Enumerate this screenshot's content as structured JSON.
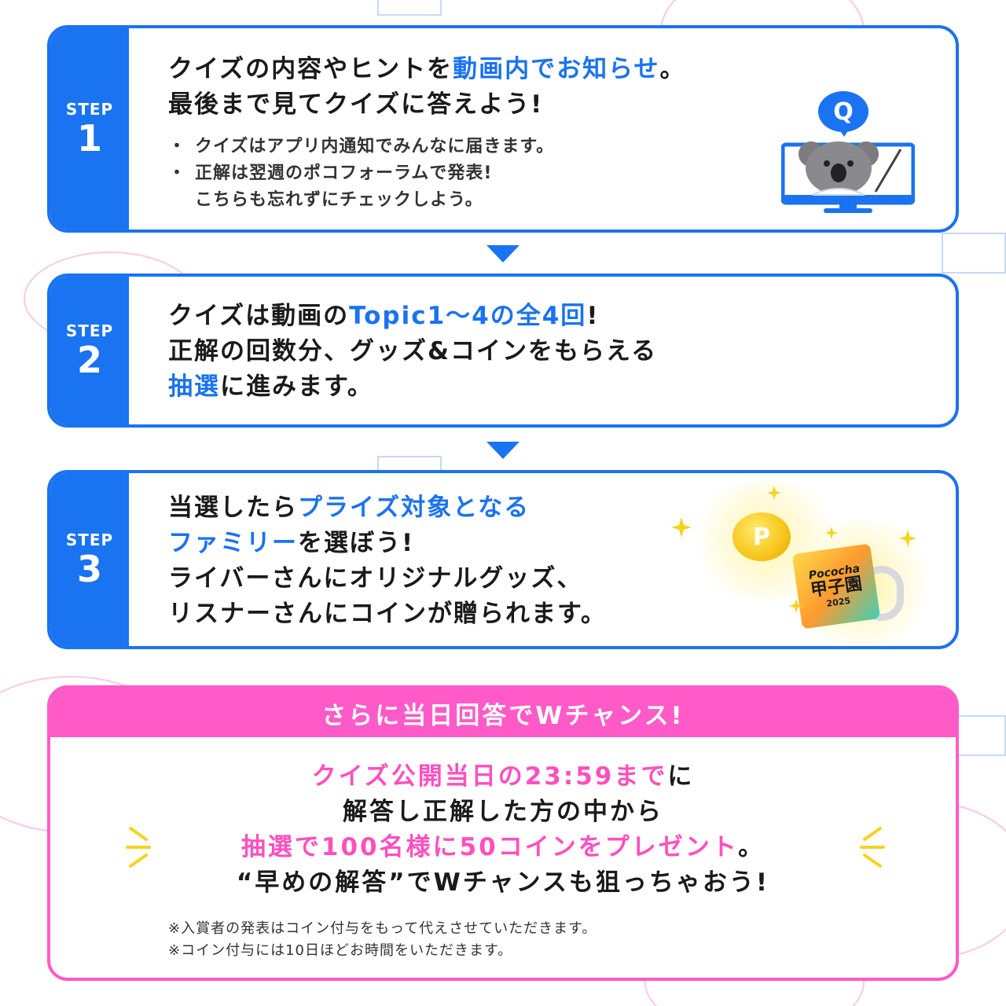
{
  "steps": [
    {
      "step_word": "STEP",
      "number": "1",
      "lead_lines": [
        [
          {
            "t": "クイズの内容やヒントを",
            "c": ""
          },
          {
            "t": "動画内でお知らせ",
            "c": "blue"
          },
          {
            "t": "。",
            "c": ""
          }
        ],
        [
          {
            "t": "最後まで見てクイズに答えよう!",
            "c": ""
          }
        ]
      ],
      "bullets": [
        [
          "クイズはアプリ内通知でみんなに届きます。"
        ],
        [
          "正解は翌週のポコフォーラムで発表!",
          "こちらも忘れずにチェックしよう。"
        ]
      ],
      "icon_letter": "Q"
    },
    {
      "step_word": "STEP",
      "number": "2",
      "lead_lines": [
        [
          {
            "t": "クイズは動画の",
            "c": ""
          },
          {
            "t": "Topic1〜4の全4回",
            "c": "blue"
          },
          {
            "t": "!",
            "c": ""
          }
        ],
        [
          {
            "t": "正解の回数分、グッズ&コインをもらえる",
            "c": ""
          }
        ],
        [
          {
            "t": "抽選",
            "c": "blue"
          },
          {
            "t": "に進みます。",
            "c": ""
          }
        ]
      ]
    },
    {
      "step_word": "STEP",
      "number": "3",
      "lead_lines": [
        [
          {
            "t": "当選したら",
            "c": ""
          },
          {
            "t": "プライズ対象となる",
            "c": "blue"
          }
        ],
        [
          {
            "t": "ファミリー",
            "c": "blue"
          },
          {
            "t": "を選ぼう!",
            "c": ""
          }
        ],
        [
          {
            "t": "ライバーさんにオリジナルグッズ、",
            "c": ""
          }
        ],
        [
          {
            "t": "リスナーさんにコインが贈られます。",
            "c": ""
          }
        ]
      ],
      "goods_brand": "Pococha",
      "goods_title": "甲子園",
      "goods_year": "2025",
      "coin_letter": "P"
    }
  ],
  "chance": {
    "header": "さらに当日回答でWチャンス!",
    "lines": [
      [
        {
          "t": "クイズ公開当日の23:59まで",
          "c": "pink"
        },
        {
          "t": "に",
          "c": ""
        }
      ],
      [
        {
          "t": "解答し正解した方の中から",
          "c": ""
        }
      ],
      [
        {
          "t": "抽選で100名様に50コインをプレゼント",
          "c": "pink"
        },
        {
          "t": "。",
          "c": ""
        }
      ],
      [
        {
          "t": "“早めの解答”でWチャンスも狙っちゃおう!",
          "c": ""
        }
      ]
    ],
    "notes": [
      "※入賞者の発表はコイン付与をもって代えさせていただきます。",
      "※コイン付与には10日ほどお時間をいただきます。"
    ]
  },
  "colors": {
    "accent_blue": "#1a73f0",
    "accent_pink": "#ff5ac7",
    "text": "#1a1a1a"
  }
}
